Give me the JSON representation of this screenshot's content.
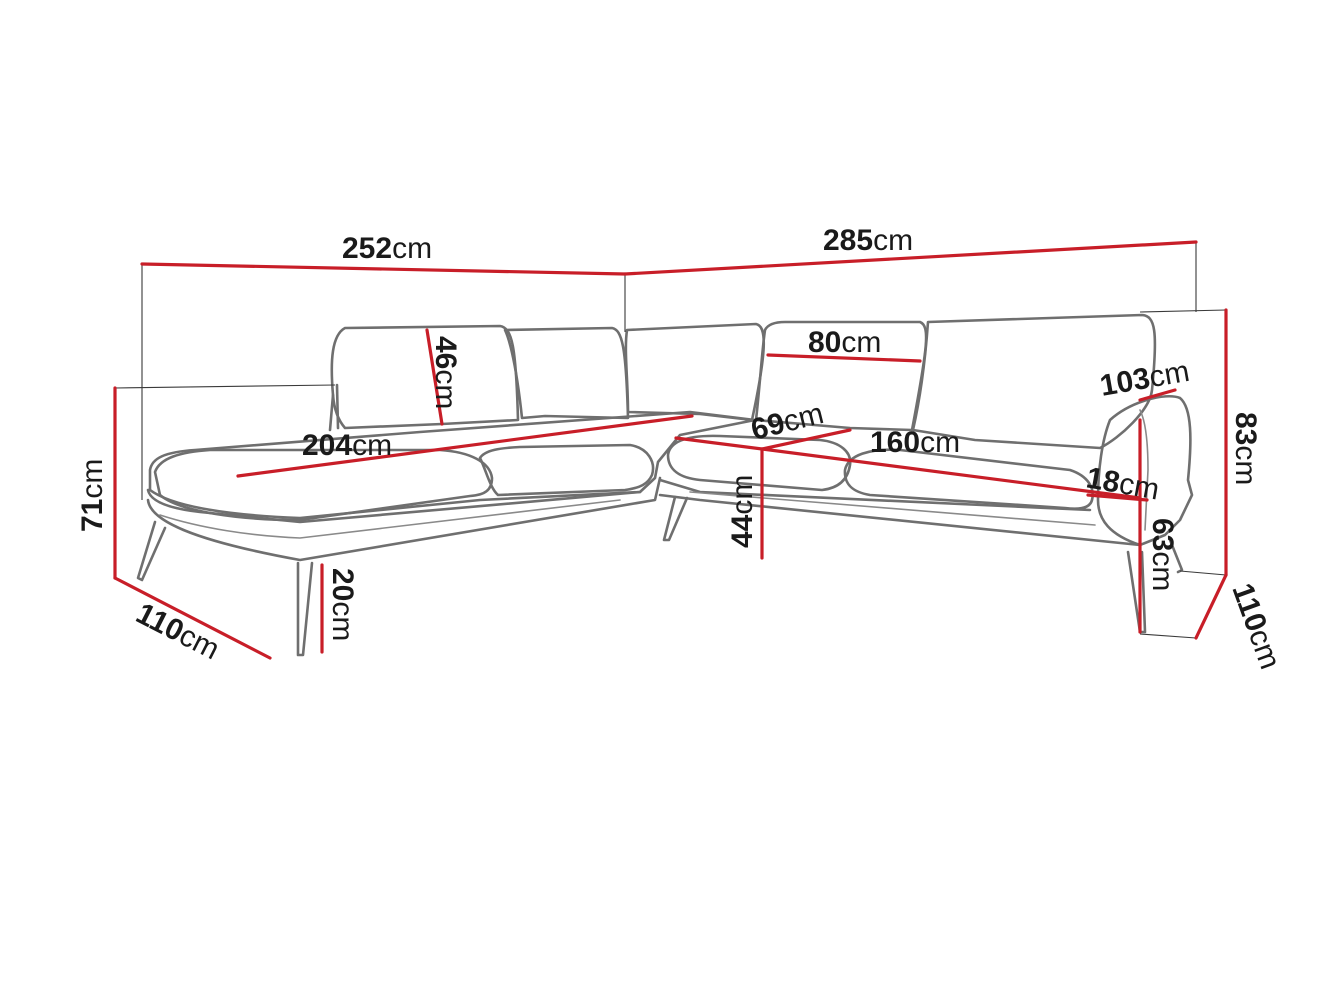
{
  "unit": "cm",
  "dimensions": {
    "total_width_left": "252",
    "total_width_right": "285",
    "backrest_height": "46",
    "cushion_width": "80",
    "corner_seat_depth": "69",
    "chaise_length": "204",
    "seat_length_right": "160",
    "armrest_height": "103",
    "armrest_width": "18",
    "total_height_left": "71",
    "total_height_right": "83",
    "seat_height": "44",
    "leg_height": "20",
    "arm_height": "63",
    "chaise_depth": "110",
    "right_depth": "110"
  },
  "colors": {
    "outline": "#6f6f6f",
    "dimension_line": "#c81e28",
    "extension_line": "#3a3a3a",
    "label": "#1a1a1a"
  }
}
